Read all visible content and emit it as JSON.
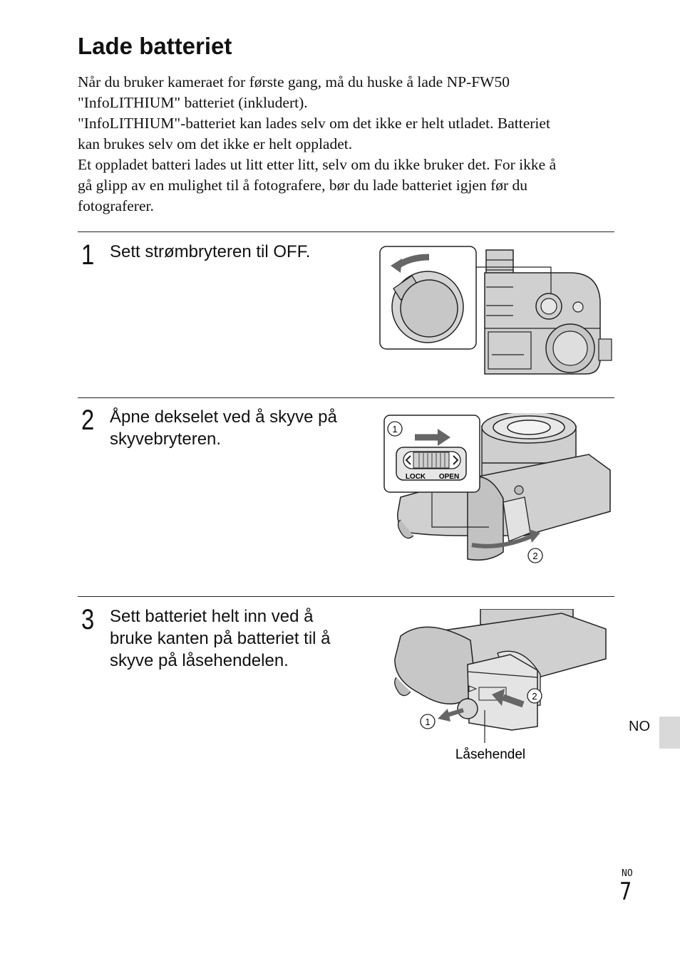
{
  "page": {
    "title": "Lade batteriet",
    "intro_lines": [
      "Når du bruker kameraet for første gang, må du huske å lade NP-FW50",
      "\"InfoLITHIUM\" batteriet (inkludert).",
      "\"InfoLITHIUM\"-batteriet kan lades selv om det ikke er helt utladet. Batteriet",
      "kan brukes selv om det ikke er helt oppladet.",
      "Et oppladet batteri lades ut litt etter litt, selv om du ikke bruker det. For ikke å",
      "gå glipp av en mulighet til å fotografere, bør du lade batteriet igjen før du",
      "fotograferer."
    ]
  },
  "steps": [
    {
      "number": "1",
      "lines": [
        "Sett strømbryteren til OFF."
      ]
    },
    {
      "number": "2",
      "lines": [
        "Åpne dekselet ved å skyve på",
        "skyvebryteren."
      ],
      "figure": {
        "callout_1": "1",
        "callout_2": "2",
        "lock_label": "LOCK",
        "open_label": "OPEN"
      }
    },
    {
      "number": "3",
      "lines": [
        "Sett batteriet helt inn ved å",
        "bruke kanten på batteriet til å",
        "skyve på låsehendelen."
      ],
      "figure": {
        "callout_1": "1",
        "callout_2": "2",
        "caption": "Låsehendel"
      }
    }
  ],
  "side_tab": {
    "label": "NO"
  },
  "footer": {
    "lang": "NO",
    "page_number": "7"
  }
}
